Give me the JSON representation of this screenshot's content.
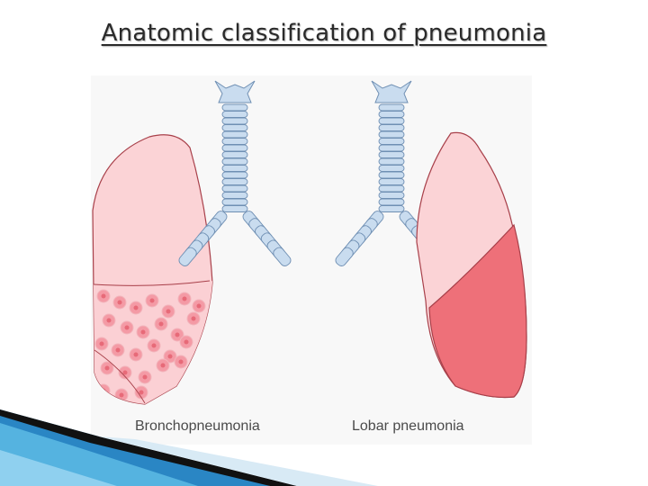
{
  "title": "Anatomic classification of pneumonia",
  "diagram": {
    "left_label": "Bronchopneumonia",
    "right_label": "Lobar pneumonia"
  },
  "colors": {
    "lung_light": "#fbd3d6",
    "lung_outline": "#a8404a",
    "consolidation": "#ee7079",
    "spot": "#f49aa5",
    "trachea_fill": "#c9dcef",
    "trachea_stroke": "#6f8fb3",
    "corner_blue": "#2a86c4"
  }
}
